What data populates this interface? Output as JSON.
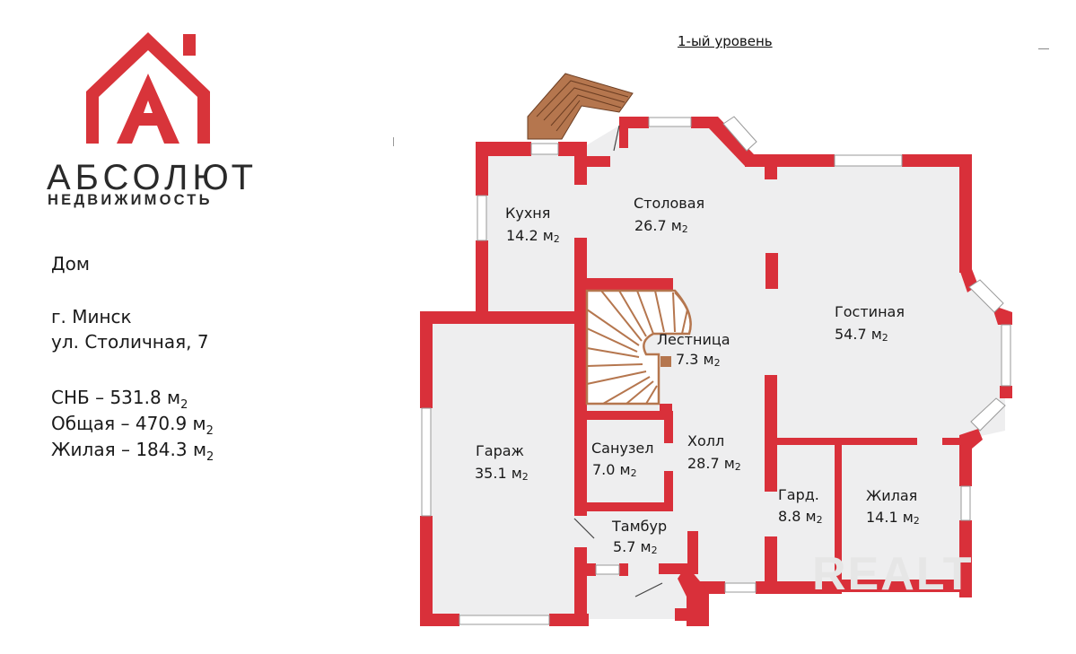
{
  "brand": {
    "name": "АБСОЛЮТ",
    "subtitle": "НЕДВИЖИМОСТЬ",
    "logo_letter": "А",
    "color_red": "#d8343a",
    "color_dark": "#2a2a2a"
  },
  "property": {
    "type": "Дом",
    "city": "г. Минск",
    "street": "ул. Столичная, 7",
    "areas": [
      {
        "label": "СНБ – 531.8 м",
        "sup": "2"
      },
      {
        "label": "Общая – 470.9 м",
        "sup": "2"
      },
      {
        "label": "Жилая – 184.3 м",
        "sup": "2"
      }
    ]
  },
  "plan": {
    "level_title": "1-ый уровень",
    "wall_color": "#d9303a",
    "floor_color": "#eeeeef",
    "stair_color": "#b5764e",
    "rooms": [
      {
        "name": "Кухня",
        "area": "14.2 м",
        "sup": "2"
      },
      {
        "name": "Столовая",
        "area": "26.7 м",
        "sup": "2"
      },
      {
        "name": "Гостиная",
        "area": "54.7 м",
        "sup": "2"
      },
      {
        "name": "Лестница",
        "area": "7.3 м",
        "sup": "2"
      },
      {
        "name": "Санузел",
        "area": "7.0 м",
        "sup": "2"
      },
      {
        "name": "Холл",
        "area": "28.7 м",
        "sup": "2"
      },
      {
        "name": "Гараж",
        "area": "35.1 м",
        "sup": "2"
      },
      {
        "name": "Тамбур",
        "area": "5.7 м",
        "sup": "2"
      },
      {
        "name": "Гард.",
        "area": "8.8 м",
        "sup": "2"
      },
      {
        "name": "Жилая",
        "area": "14.1 м",
        "sup": "2"
      }
    ]
  },
  "watermark": "REALT"
}
